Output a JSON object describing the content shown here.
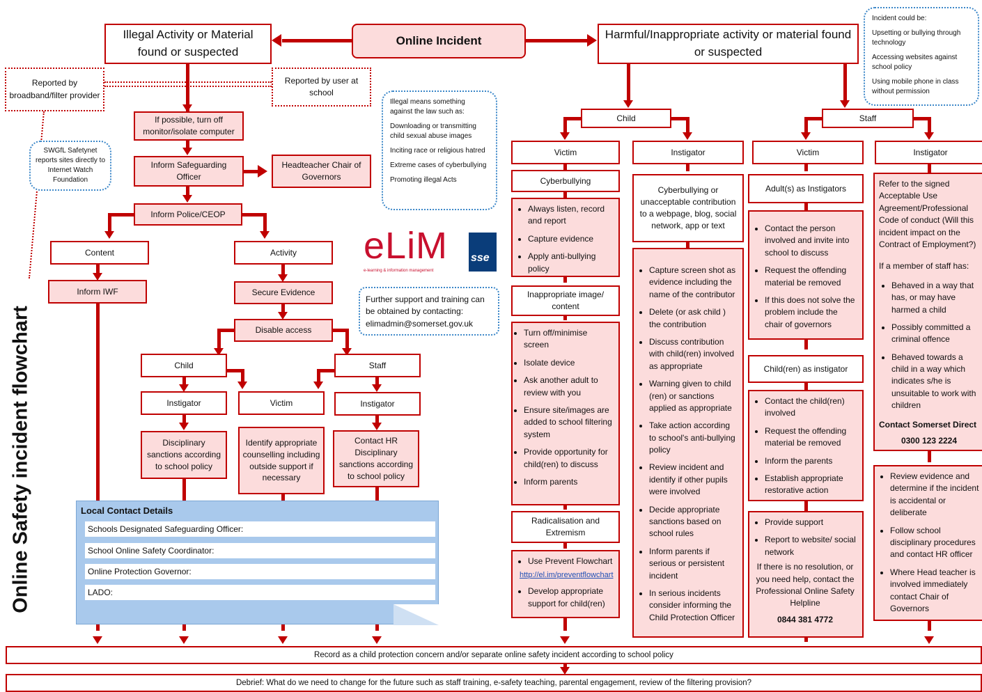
{
  "page_title": "Online Safety incident flowchart",
  "top": {
    "online_incident": "Online Incident",
    "illegal": "Illegal Activity or Material found or suspected",
    "harmful": "Harmful/Inappropriate activity or material found or suspected"
  },
  "left": {
    "reported_provider": "Reported by broadband/filter provider",
    "reported_user": "Reported by user at school",
    "turn_off": "If possible, turn off monitor/isolate computer",
    "swgfl": "SWGfL Safetynet reports sites directly to Internet Watch Foundation",
    "inform_dsl": "Inform Safeguarding Officer",
    "head": "Headteacher Chair of Governors",
    "police": "Inform Police/CEOP",
    "content": "Content",
    "activity": "Activity",
    "iwf": "Inform IWF",
    "secure": "Secure Evidence",
    "disable": "Disable access",
    "child": "Child",
    "staff": "Staff",
    "child_instigator": "Instigator",
    "victim": "Victim",
    "staff_instigator": "Instigator",
    "disciplinary": "Disciplinary sanctions according to school policy",
    "counselling": "Identify appropriate counselling including outside support if necessary",
    "hr": "Contact HR Disciplinary sanctions according to school policy"
  },
  "illegal_note": [
    "Illegal means something against the law such as:",
    "Downloading or transmitting child sexual abuse images",
    "Inciting race or religious hatred",
    "Extreme cases of cyberbullying",
    "Promoting illegal Acts"
  ],
  "incident_note": [
    "Incident could be:",
    "Upsetting or bullying through technology",
    "Accessing websites against school policy",
    "Using mobile phone in class without permission"
  ],
  "logo": {
    "brand": "eLiM",
    "tagline": "e-learning & information management",
    "partner": "sse"
  },
  "support": "Further support and training can be obtained by contacting: elimadmin@somerset.gov.uk",
  "local": {
    "heading": "Local Contact Details",
    "fields": [
      "Schools Designated Safeguarding Officer:",
      "School Online Safety Coordinator:",
      "Online Protection Governor:",
      "LADO:"
    ]
  },
  "child": {
    "label": "Child",
    "victim": "Victim",
    "instigator": "Instigator",
    "cyberbullying": "Cyberbullying",
    "cyber_actions": [
      "Always listen, record and report",
      "Capture evidence",
      "Apply anti-bullying policy"
    ],
    "inappropriate": "Inappropriate image/ content",
    "inappropriate_actions": [
      "Turn off/minimise screen",
      "Isolate device",
      "Ask another adult to review with you",
      "Ensure site/images are added to school filtering system",
      "Provide opportunity for child(ren) to discuss",
      "Inform parents"
    ],
    "radicalisation": "Radicalisation and Extremism",
    "prevent_actions": [
      "Use Prevent Flowchart",
      "Develop appropriate support for child(ren)"
    ],
    "prevent_link": "http://el.im/preventflowchart",
    "instigator_desc": "Cyberbullying or unacceptable contribution to a webpage, blog, social network, app or text",
    "instigator_actions": [
      "Capture screen shot as evidence including the name of the contributor",
      "Delete (or ask child ) the contribution",
      "Discuss contribution with child(ren) involved as appropriate",
      "Warning given to child (ren) or sanctions applied as appropriate",
      "Take action according to school's anti-bullying policy",
      "Review incident and identify if other pupils were involved",
      "Decide appropriate sanctions based on school rules",
      "Inform parents if serious or persistent incident",
      "In serious incidents consider informing the Child Protection Officer"
    ]
  },
  "staff": {
    "label": "Staff",
    "victim": "Victim",
    "instigator": "Instigator",
    "adults": "Adult(s) as Instigators",
    "adults_actions": [
      "Contact the person involved and invite into school to discuss",
      "Request the offending material be removed",
      "If this does not solve the problem include the chair of governors"
    ],
    "children": "Child(ren) as instigator",
    "children_actions": [
      "Contact the child(ren) involved",
      "Request the offending material be removed",
      "Inform the parents",
      "Establish appropriate restorative action"
    ],
    "support_actions": [
      "Provide support",
      "Report to website/ social network"
    ],
    "helpline_text": "If there is no resolution, or you need help, contact the Professional Online Safety Helpline",
    "helpline_number": "0844 381 4772",
    "refer": "Refer to the signed Acceptable Use Agreement/Professional Code of conduct (Will this incident impact on the Contract of Employment?)",
    "if_member": "If a member of staff has:",
    "member_actions": [
      "Behaved in a way that has, or may have harmed a child",
      "Possibly committed a criminal offence",
      "Behaved towards a child in a way which indicates s/he is unsuitable to work with children"
    ],
    "contact": "Contact Somerset Direct",
    "contact_number": "0300 123 2224",
    "review_actions": [
      "Review evidence and determine if the incident is accidental or deliberate",
      "Follow school disciplinary procedures and contact HR officer",
      "Where Head teacher is involved immediately contact Chair of Governors"
    ]
  },
  "bottom": {
    "record": "Record as a child protection concern and/or separate online safety incident according to school policy",
    "debrief": "Debrief: What do we need to change for the future such as staff training, e-safety teaching, parental engagement, review of the filtering provision?"
  }
}
